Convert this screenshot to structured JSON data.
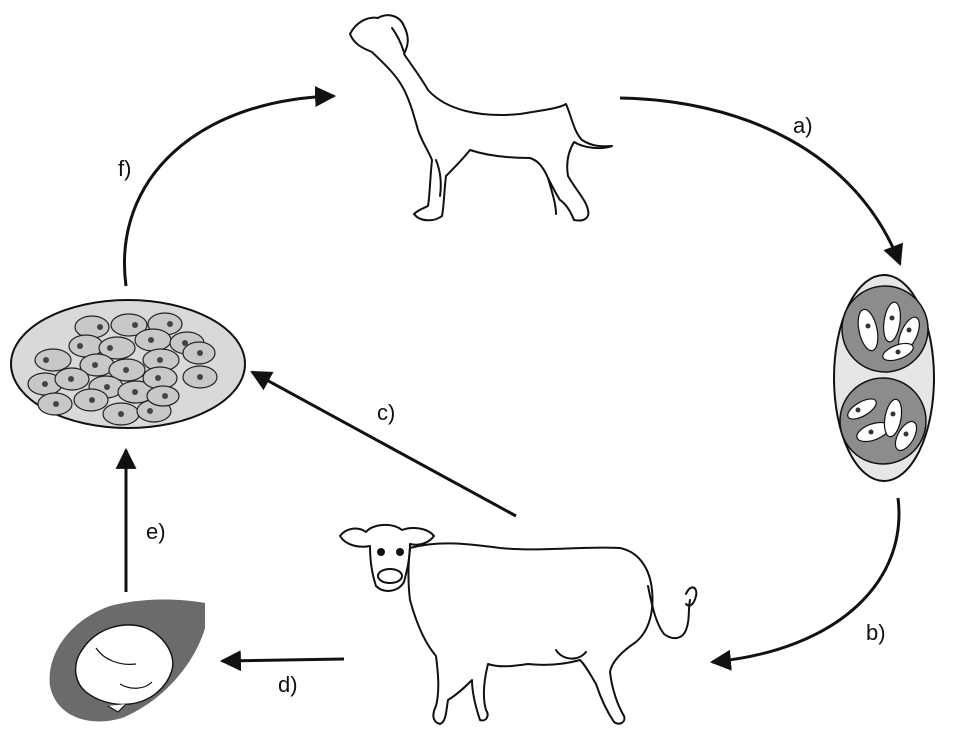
{
  "labels": {
    "a": "a)",
    "b": "b)",
    "c": "c)",
    "d": "d)",
    "e": "e)",
    "f": "f)"
  },
  "colors": {
    "stroke": "#111111",
    "cyst_fill": "#d9d9d9",
    "oocyst_outer": "#e6e6e6",
    "oocyst_inner": "#8c8c8c",
    "fetus_bg": "#6b6b6b"
  }
}
